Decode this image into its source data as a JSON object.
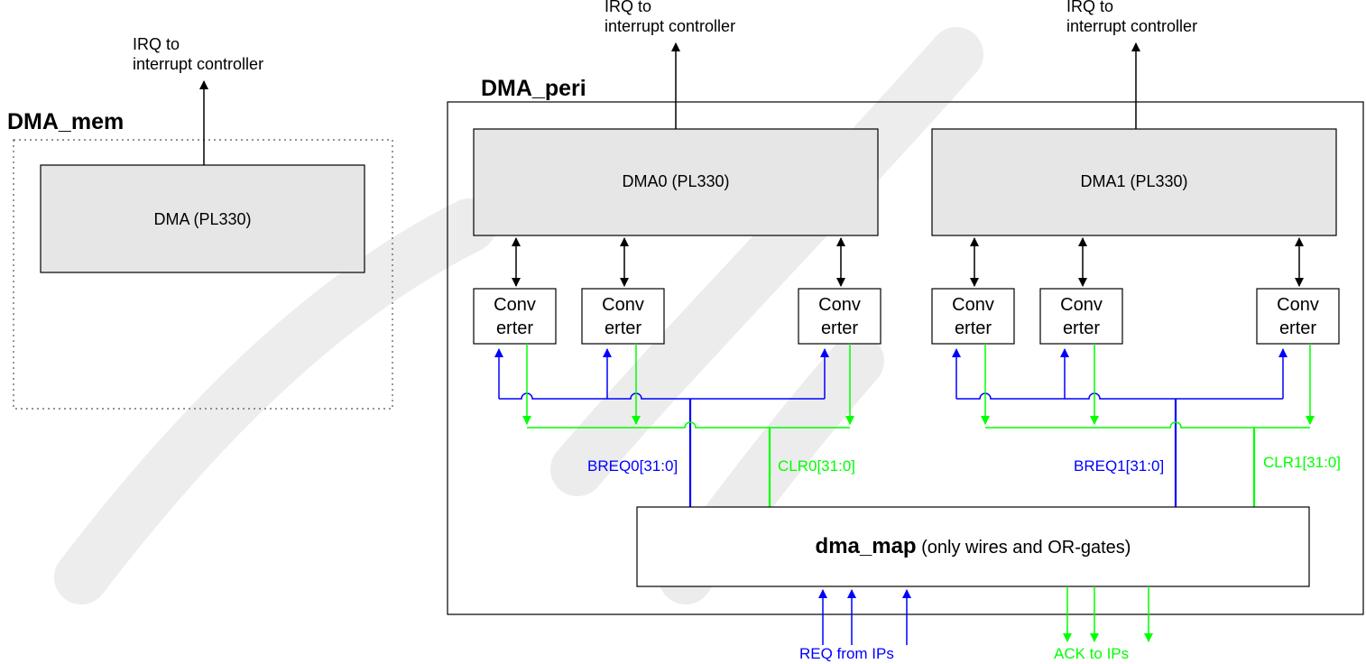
{
  "dma_mem": {
    "title": "DMA_mem",
    "block": "DMA (PL330)",
    "irq_line1": "IRQ to",
    "irq_line2": "interrupt controller"
  },
  "dma_peri": {
    "title": "DMA_peri",
    "dma0": {
      "block": "DMA0 (PL330)",
      "irq_line1": "IRQ to",
      "irq_line2": "interrupt controller",
      "breq_label": "BREQ0[31:0]",
      "clr_label": "CLR0[31:0]"
    },
    "dma1": {
      "block": "DMA1 (PL330)",
      "irq_line1": "IRQ to",
      "irq_line2": "interrupt controller",
      "breq_label": "BREQ1[31:0]",
      "clr_label": "CLR1[31:0]"
    },
    "converter_line1": "Conv",
    "converter_line2": "erter",
    "dma_map_name": "dma_map",
    "dma_map_desc": "(only wires and OR-gates)"
  },
  "bottom": {
    "req_label": "REQ from IPs",
    "ack_label": "ACK to IPs"
  },
  "colors": {
    "block_fill": "#e6e6e6",
    "line": "#000000",
    "breq": "#0000ff",
    "clr": "#00ff00"
  }
}
